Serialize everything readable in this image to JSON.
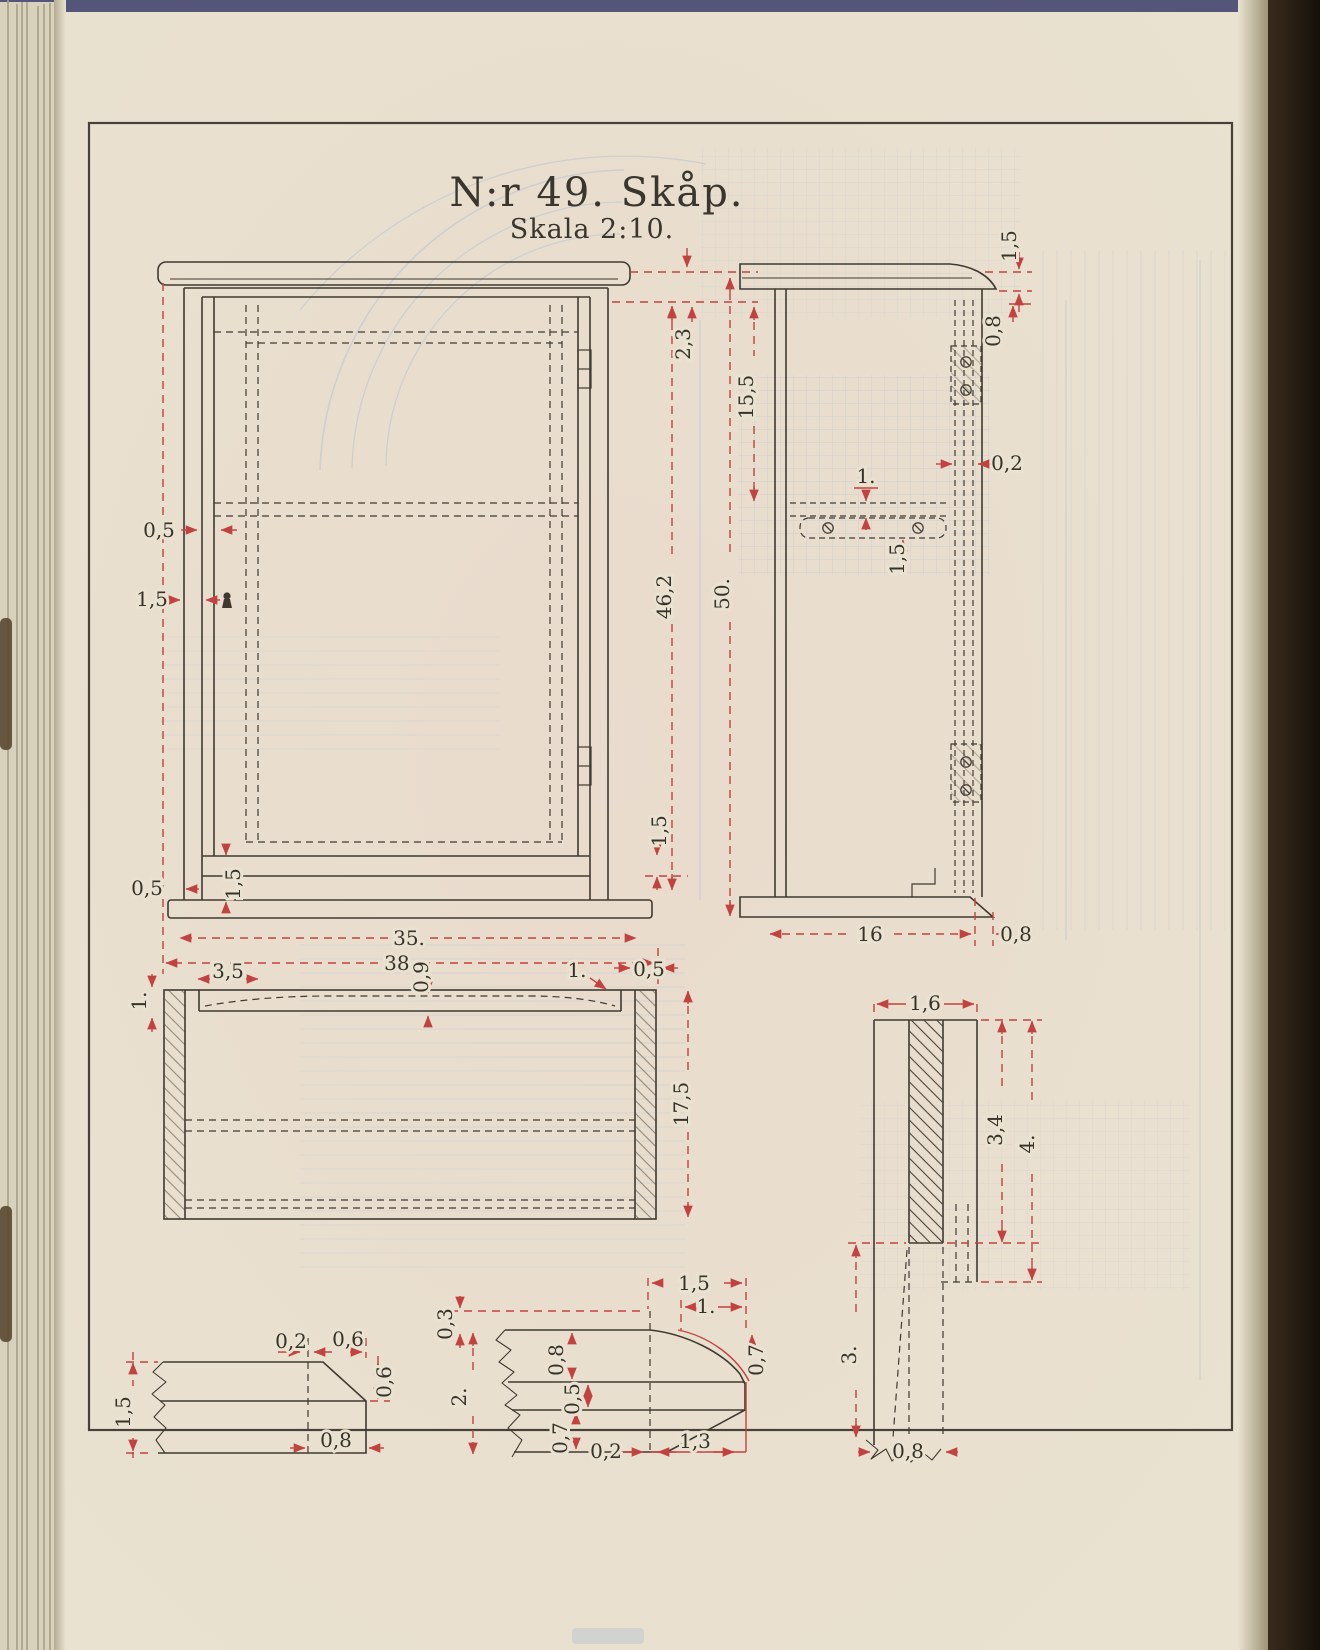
{
  "page": {
    "title": "N:r 49. Skåp.",
    "scale_label": "Skala 2:10."
  },
  "dims": {
    "front": [
      "0,5",
      "1,5",
      "2,3",
      "46,2",
      "50.",
      "15,5",
      "1,5",
      "0,5",
      "1,5",
      "35.",
      "38."
    ],
    "side": [
      "1,5",
      "0,8",
      "0,2",
      "1.",
      "1,5",
      "16",
      "0,8"
    ],
    "plan": [
      "1.",
      "3,5",
      "0,9",
      "1.",
      "0,5",
      "17,5"
    ],
    "stile": [
      "1,6",
      "3,4",
      "4.",
      "3.",
      "0,8"
    ],
    "molding_left": [
      "0,2",
      "0,6",
      "1,5",
      "0,6",
      "0,8"
    ],
    "molding_mid": [
      "1,5",
      "1.",
      "0,3",
      "2.",
      "0,8",
      "0,5",
      "0,7",
      "0,7",
      "0,2",
      "1,3"
    ]
  },
  "colors": {
    "ink": "#3f3a31",
    "dimension_red": "#c2423f",
    "paper": "#e9e2d0",
    "cover_blue": "#55557a",
    "showthrough_blue": "#a9bad6"
  }
}
